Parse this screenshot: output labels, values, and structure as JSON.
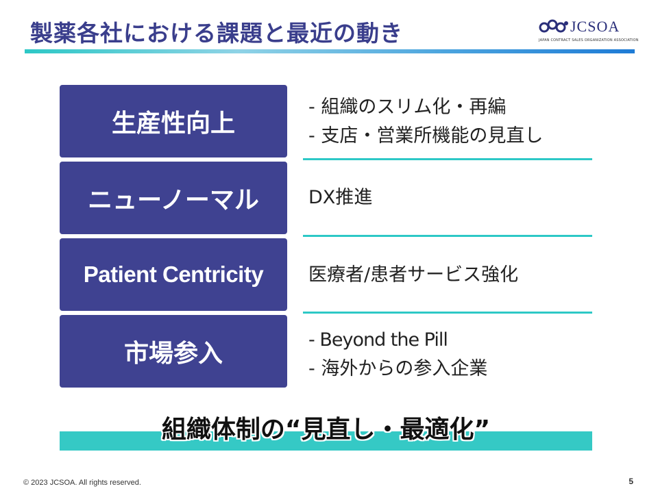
{
  "header": {
    "title": "製薬各社における課題と最近の動き",
    "logo_text": "JCSOA",
    "logo_subtext": "JAPAN CONTRACT SALES ORGANIZATION ASSOCIATION"
  },
  "rows": [
    {
      "label": "生産性向上",
      "lines": [
        "- 組織のスリム化・再編",
        "- 支店・営業所機能の見直し"
      ]
    },
    {
      "label": "ニューノーマル",
      "lines": [
        "DX推進"
      ]
    },
    {
      "label": "Patient Centricity",
      "lines": [
        "医療者/患者サービス強化"
      ]
    },
    {
      "label": "市場参入",
      "lines": [
        "- Beyond the Pill",
        "- 海外からの参入企業"
      ]
    }
  ],
  "summary": "組織体制の“見直し・最適化”",
  "footer": {
    "copyright": "© 2023 JCSOA. All rights reserved.",
    "page": "5"
  },
  "colors": {
    "box": "#3f4291",
    "accent": "#2dc8c6",
    "title": "#3a3e8c"
  }
}
